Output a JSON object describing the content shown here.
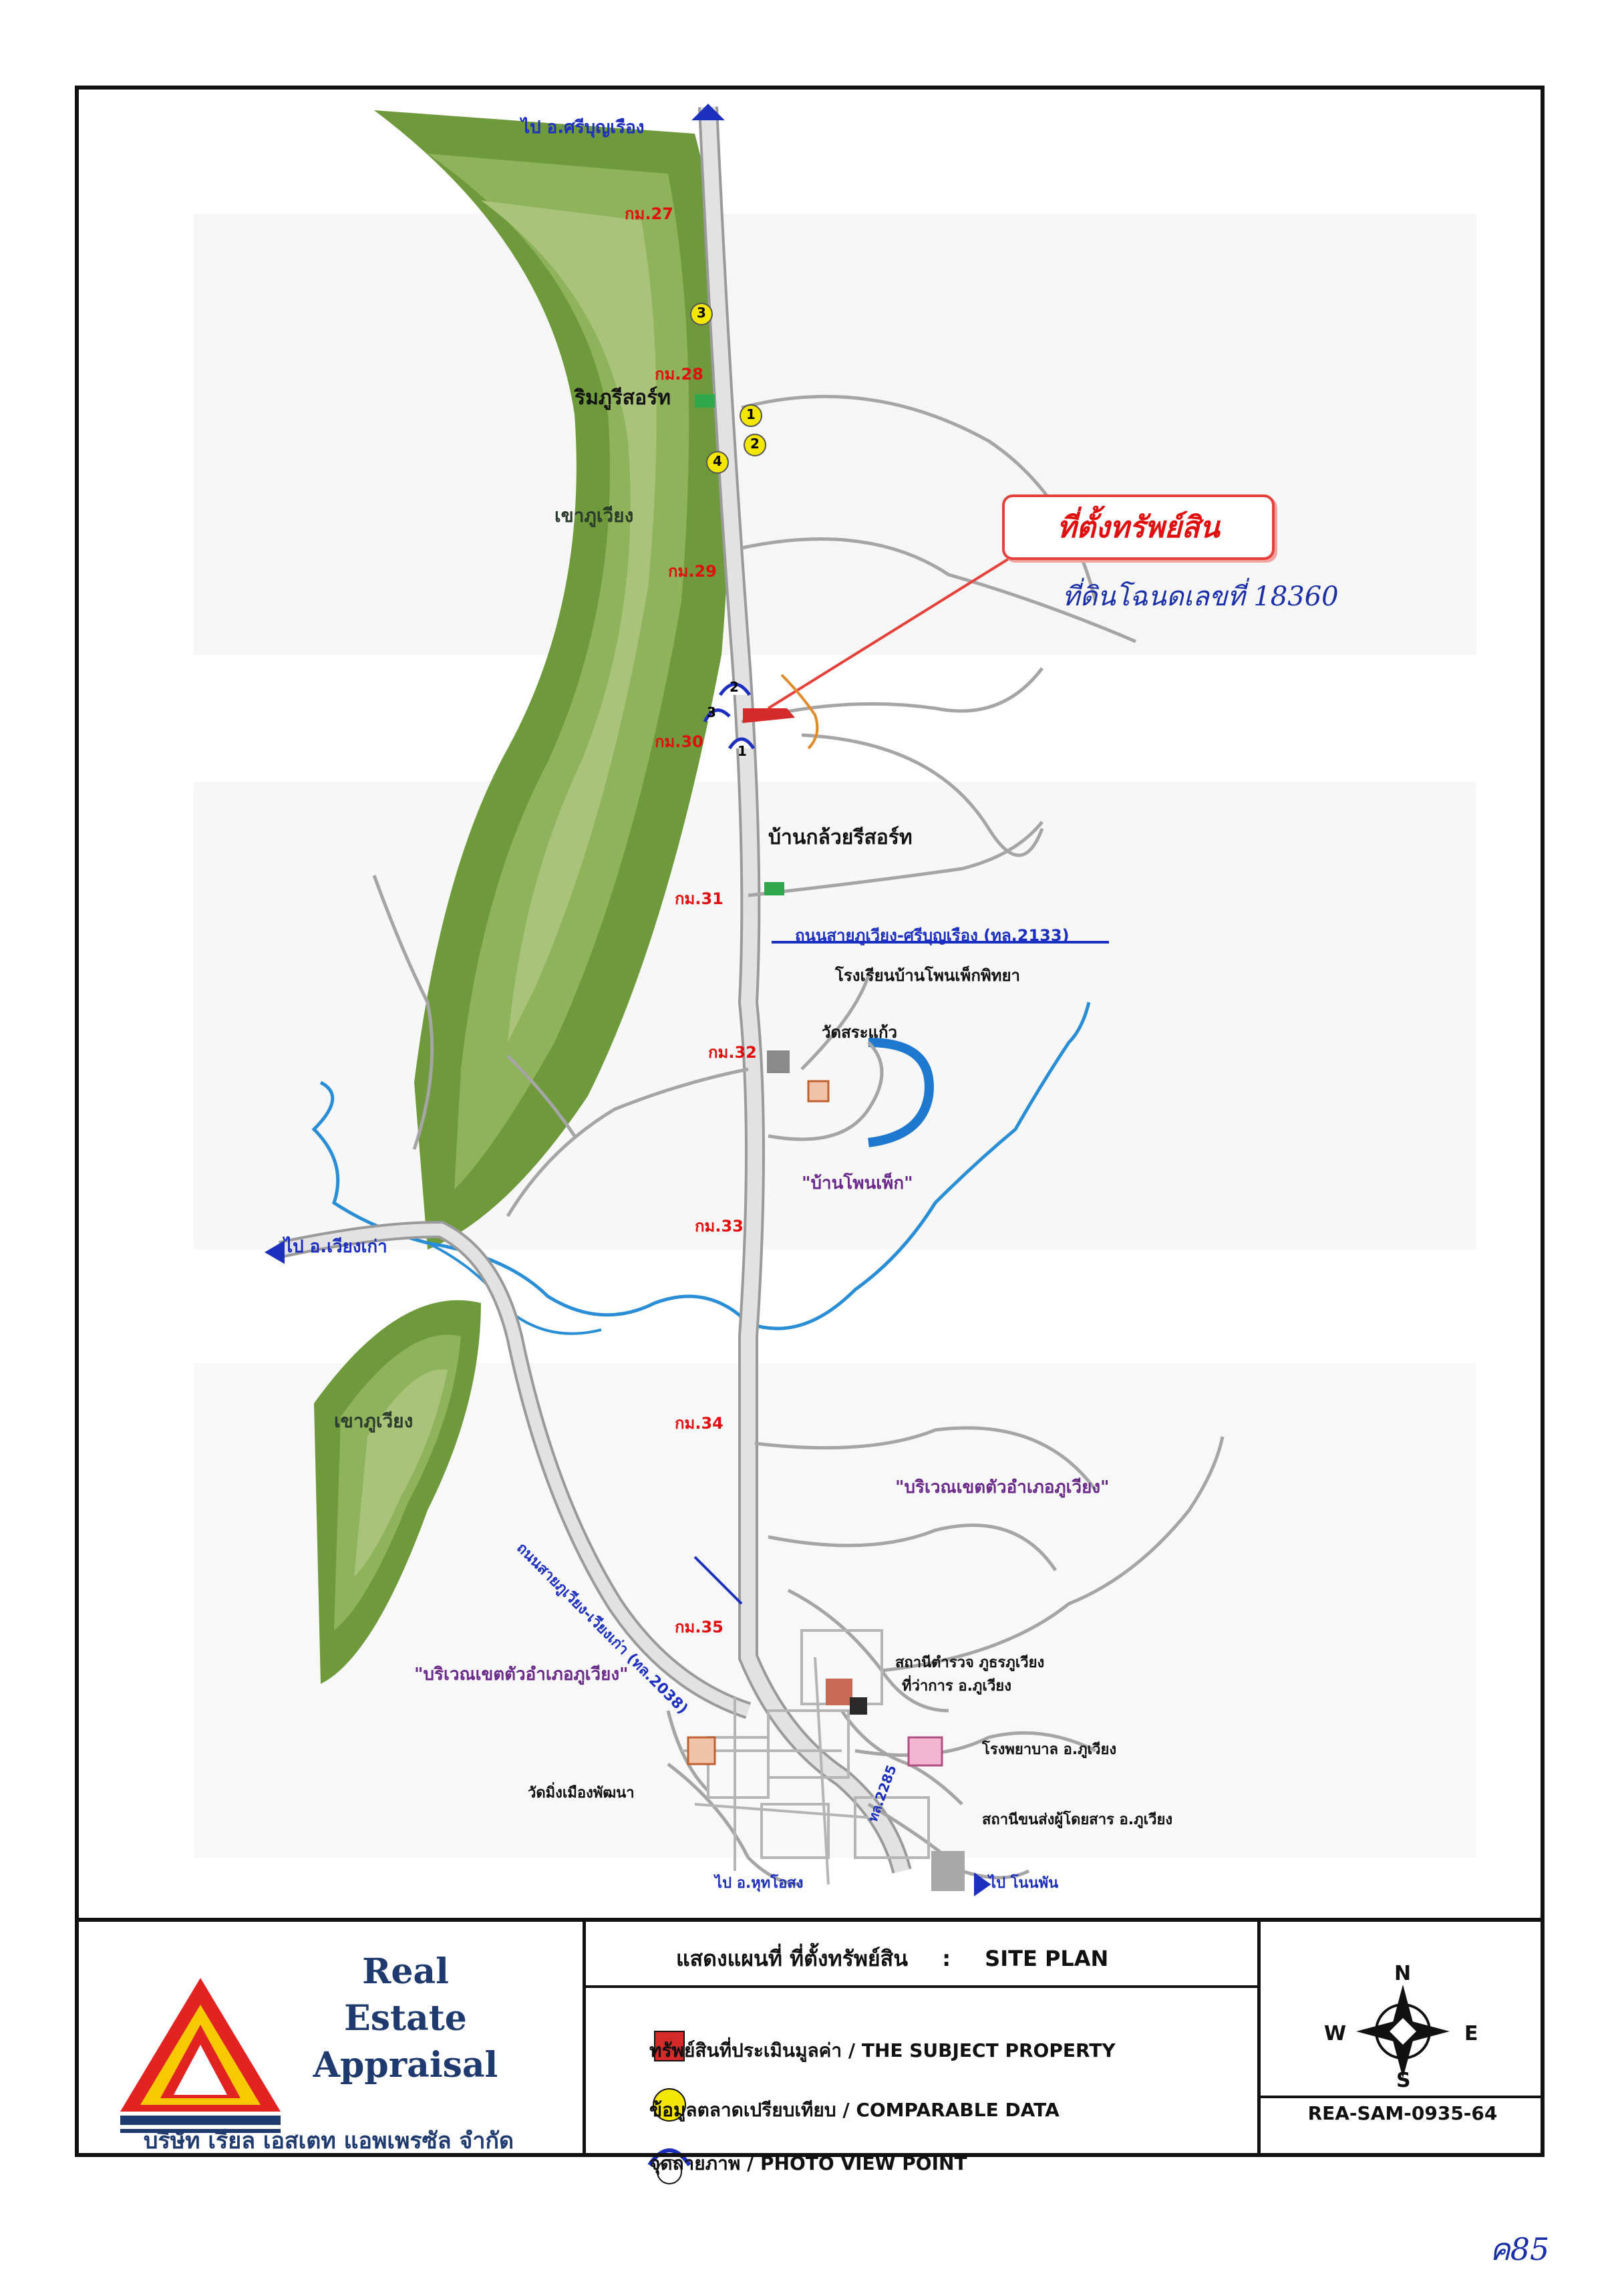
{
  "map": {
    "callout_title": "ที่ตั้งทรัพย์สิน",
    "handwritten_deed": "ที่ดินโฉนดเลขที่ 18360",
    "page_mark": "ค85",
    "km_markers": [
      "กม.27",
      "กม.28",
      "กม.29",
      "กม.30",
      "กม.31",
      "กม.32",
      "กม.33",
      "กม.34",
      "กม.35"
    ],
    "labels": {
      "to_sriboonruang": "ไป อ.ศรีบุญเรือง",
      "rim_phu_resort": "ริมภูรีสอร์ท",
      "khao_phu_wiang_1": "เขาภูเวียง",
      "khao_phu_wiang_2": "เขาภูเวียง",
      "ban_kluai_resort": "บ้านกล้วยรีสอร์ท",
      "road_2133": "ถนนสายภูเวียง-ศรีบุญเรือง (ทล.2133)",
      "phon_phek_school": "โรงเรียนบ้านโพนเพ็กพิทยา",
      "wat_sa_kaeo": "วัดสระแก้ว",
      "ban_phon_phek": "\"บ้านโพนเพ็ก\"",
      "to_wiang_kao": "ไป อ.เวียงเก่า",
      "road_2038": "ถนนสายภูเวียง-เวียงเก่า (ทล.2038)",
      "district_area_1": "\"บริเวณเขตตัวอำเภอภูเวียง\"",
      "district_area_2": "\"บริเวณเขตตัวอำเภอภูเวียง\"",
      "police_station": "สถานีตำรวจ ภูธรภูเวียง",
      "district_office": "ที่ว่าการ อ.ภูเวียง",
      "hospital": "โรงพยาบาล อ.ภูเวียง",
      "wat_mueang_phatthana": "วัดมิ่งเมืองพัฒนา",
      "bus_station": "สถานีขนส่งผู้โดยสาร อ.ภูเวียง",
      "road_2285": "ทล.2285",
      "to_phu_khiao": "ไป อ.หุทโอสง",
      "to_non_phan": "ไป โนนพัน"
    },
    "comparables": [
      "1",
      "2",
      "3",
      "4"
    ],
    "view_points": [
      "1",
      "2",
      "3"
    ]
  },
  "legend": {
    "company_line1": "Real",
    "company_line2": "Estate",
    "company_line3": "Appraisal",
    "company_thai": "บริษัท เรียล เอสเตท แอพเพรซัล จำกัด",
    "plan_title_th": "แสดงแผนที่ ที่ตั้งทรัพย์สิน",
    "plan_title_sep": ":",
    "plan_title_en": "SITE PLAN",
    "subject": "ทรัพย์สินที่ประเมินมูลค่า / THE SUBJECT PROPERTY",
    "comparable": "ข้อมูลตลาดเปรียบเทียบ / COMPARABLE DATA",
    "viewpoint": "จุดถ่ายภาพ / PHOTO VIEW POINT",
    "doc_no": "REA-SAM-0935-64",
    "compass": {
      "n": "N",
      "s": "S",
      "e": "E",
      "w": "W"
    }
  },
  "colors": {
    "mountain": "#6f9a3c",
    "mountain_light": "#a9c37a",
    "road": "#cfcfcf",
    "river": "#2a8ed6",
    "subject": "#d42a2a",
    "comparable": "#f3e600",
    "km": "#e01010",
    "label_blue": "#1c2fbf",
    "logo_red": "#e12421",
    "logo_yellow": "#f8c900",
    "logo_navy": "#1f3a6e"
  }
}
